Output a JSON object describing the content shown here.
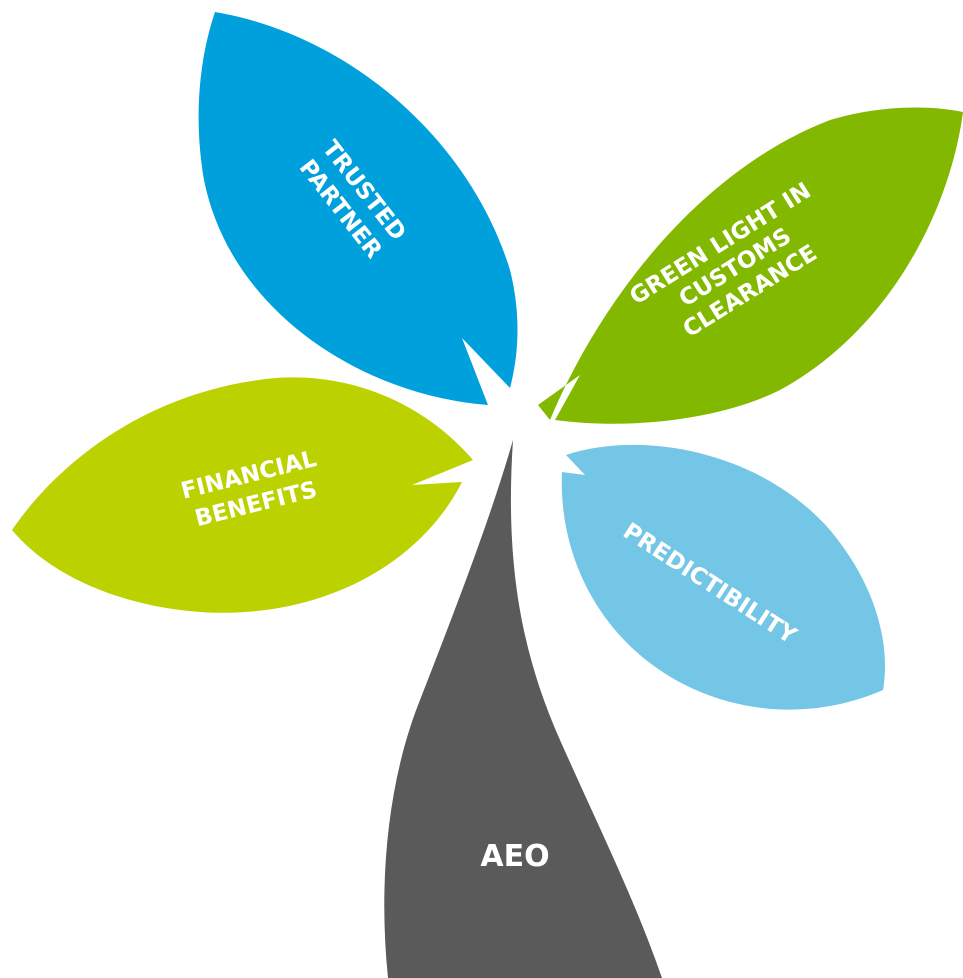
{
  "diagram": {
    "stem": {
      "label": "AEO",
      "color": "#5a5a5a"
    },
    "leaves": {
      "trusted_partner": {
        "line1": "TRUSTED",
        "line2": "PARTNER",
        "color": "#00a0dd"
      },
      "green_light": {
        "line1": "GREEN LIGHT IN",
        "line2": "CUSTOMS",
        "line3": "CLEARANCE",
        "color": "#82b900"
      },
      "financial_benefits": {
        "line1": "FINANCIAL",
        "line2": "BENEFITS",
        "color": "#bcd200"
      },
      "predictibility": {
        "line1": "PREDICTIBILITY",
        "color": "#74c6e6"
      }
    }
  }
}
